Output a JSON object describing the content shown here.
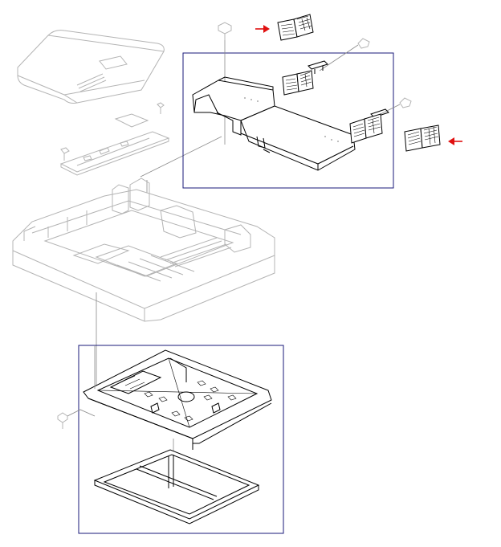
{
  "diagram": {
    "kind": "exploded-parts-view",
    "colors": {
      "background": "#ffffff",
      "inactive_parts": "#b4b4b4",
      "highlighted_parts": "#000000",
      "callout_boxes": "#1a1a7a",
      "indicator_arrows": "#e01010"
    },
    "indicators": [
      {
        "icon": "right-arrow-icon",
        "points_to": "feed-cover-card-top"
      },
      {
        "icon": "left-arrow-icon",
        "points_to": "feed-cover-card-right"
      }
    ]
  }
}
